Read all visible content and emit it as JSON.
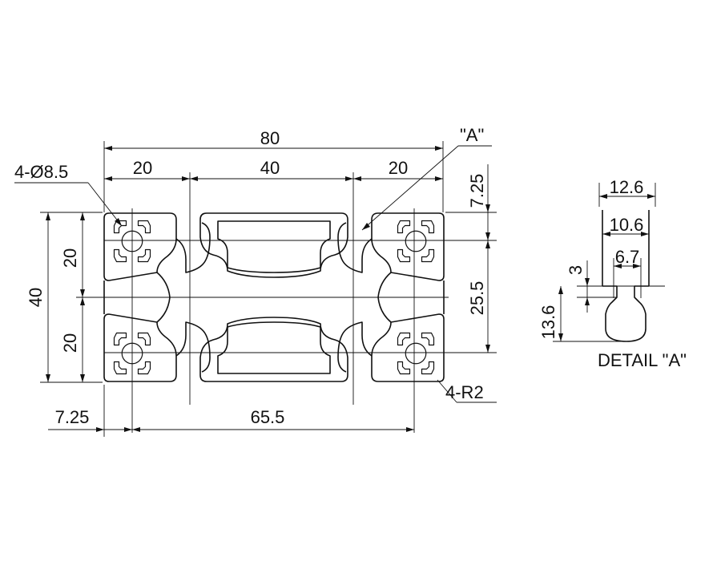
{
  "dims": {
    "overall_width": "80",
    "left_slot": "20",
    "center_span": "40",
    "right_slot": "20",
    "overall_height": "40",
    "upper_half": "20",
    "lower_half": "20",
    "edge_offset_bottom": "7.25",
    "hole_spacing": "65.5",
    "edge_offset_right": "7.25",
    "slot_span_right": "25.5"
  },
  "callouts": {
    "holes": "4-Ø8.5",
    "radius": "4-R2",
    "detail_ref": "\"A\""
  },
  "detail": {
    "title": "DETAIL \"A\"",
    "width_outer": "12.6",
    "width_mid": "10.6",
    "width_inner": "6.7",
    "lip": "3",
    "depth": "13.6"
  }
}
